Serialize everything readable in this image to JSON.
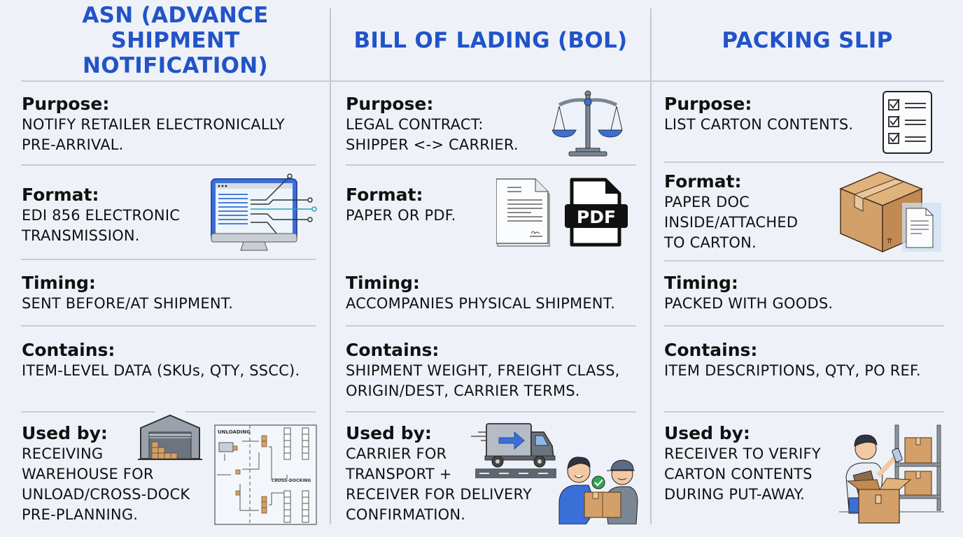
{
  "columns": [
    {
      "title": "ASN (ADVANCE SHIPMENT NOTIFICATION)",
      "title_line1": "ASN (ADVANCE SHIPMENT",
      "title_line2": "NOTIFICATION)",
      "rows": {
        "purpose": {
          "label": "Purpose:",
          "value": "NOTIFY RETAILER ELECTRONICALLY\nPRE-ARRIVAL."
        },
        "format": {
          "label": "Format:",
          "value": "EDI 856 ELECTRONIC\nTRANSMISSION.",
          "icon": "computer-data-transmission-icon"
        },
        "timing": {
          "label": "Timing:",
          "value": "SENT BEFORE/AT SHIPMENT."
        },
        "contains": {
          "label": "Contains:",
          "value": "ITEM-LEVEL DATA (SKUs, QTY, SSCC)."
        },
        "used_by": {
          "label": "Used by:",
          "value": "RECEIVING\nWAREHOUSE FOR\nUNLOAD/CROSS-DOCK\nPRE-PLANNING.",
          "icons": [
            "warehouse-icon",
            "cross-docking-diagram-icon"
          ],
          "diagram_labels": {
            "unloading": "UNLOADING",
            "cross_docking": "CROSS-DOCKING"
          }
        }
      }
    },
    {
      "title": "BILL OF LADING (BOL)",
      "rows": {
        "purpose": {
          "label": "Purpose:",
          "value": "LEGAL CONTRACT:\nSHIPPER <-> CARRIER.",
          "icon": "scales-of-justice-icon"
        },
        "format": {
          "label": "Format:",
          "value": "PAPER OR PDF.",
          "icons": [
            "paper-document-icon",
            "pdf-file-icon"
          ],
          "pdf_label": "PDF"
        },
        "timing": {
          "label": "Timing:",
          "value": "ACCOMPANIES PHYSICAL SHIPMENT."
        },
        "contains": {
          "label": "Contains:",
          "value": "SHIPMENT WEIGHT, FREIGHT CLASS,\nORIGIN/DEST, CARRIER TERMS."
        },
        "used_by": {
          "label": "Used by:",
          "value": "CARRIER FOR\nTRANSPORT +\nRECEIVER FOR DELIVERY\nCONFIRMATION.",
          "icons": [
            "delivery-truck-icon",
            "package-handoff-icon"
          ]
        }
      }
    },
    {
      "title": "PACKING SLIP",
      "rows": {
        "purpose": {
          "label": "Purpose:",
          "value": "LIST CARTON CONTENTS.",
          "icon": "checklist-icon"
        },
        "format": {
          "label": "Format:",
          "value": "PAPER DOC\nINSIDE/ATTACHED\nTO CARTON.",
          "icon": "carton-with-document-icon"
        },
        "timing": {
          "label": "Timing:",
          "value": "PACKED WITH GOODS."
        },
        "contains": {
          "label": "Contains:",
          "value": "ITEM DESCRIPTIONS, QTY, PO REF."
        },
        "used_by": {
          "label": "Used by:",
          "value": "RECEIVER TO VERIFY\nCARTON CONTENTS\nDURING PUT-AWAY.",
          "icon": "worker-checking-boxes-icon"
        }
      }
    }
  ],
  "colors": {
    "title": "#2253c8",
    "background": "#eef2f8",
    "divider": "#c7cbd2",
    "accent_blue": "#3b6fd8",
    "cardboard": "#d3a06a"
  }
}
